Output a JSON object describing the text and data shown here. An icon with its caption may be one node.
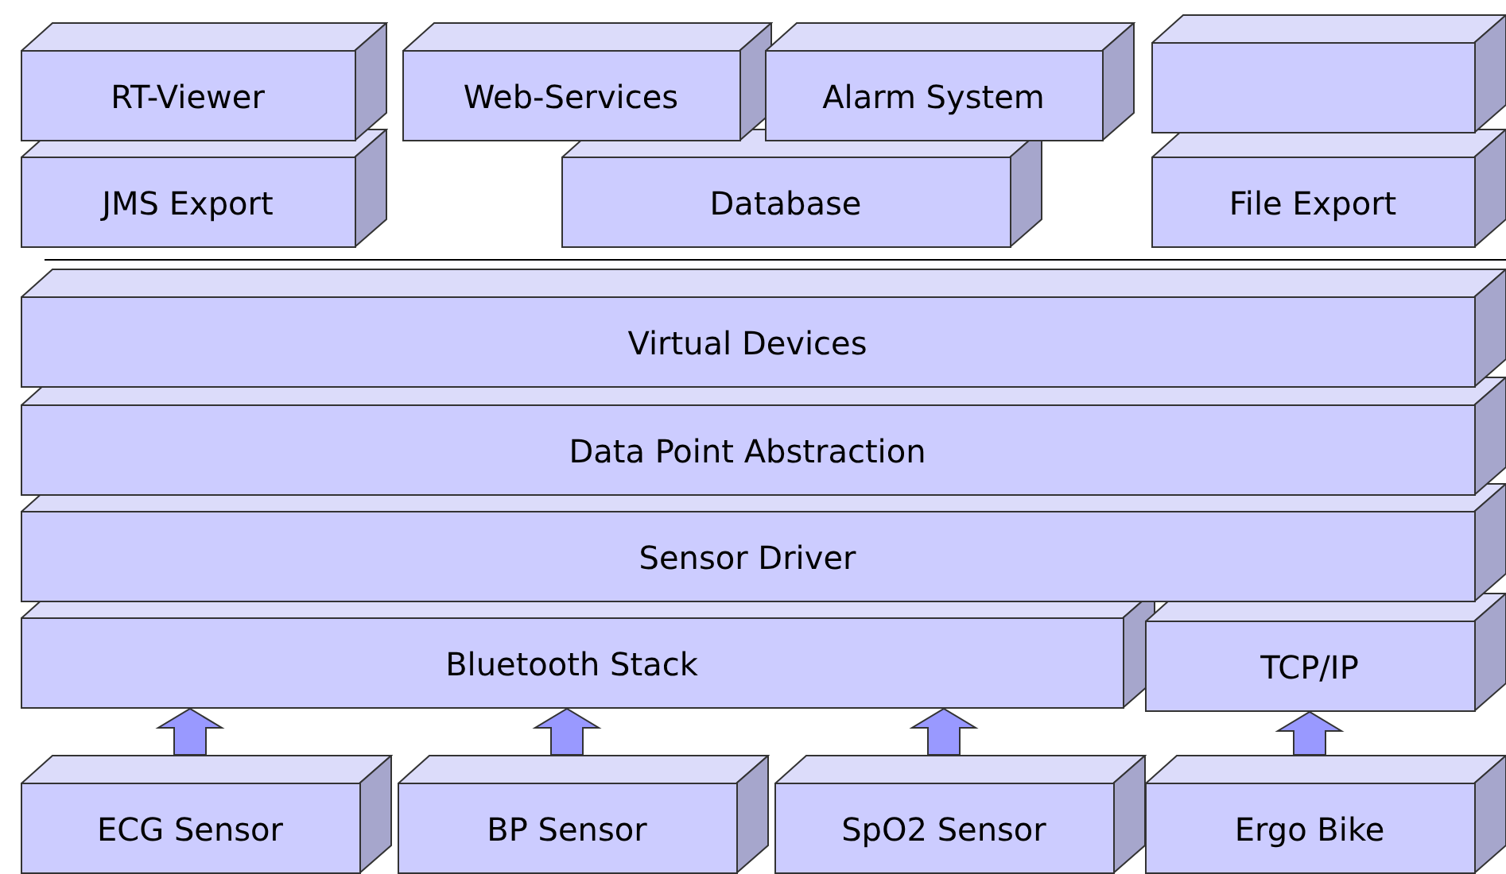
{
  "diagram": {
    "nodes": [
      {
        "text": [
          "RT-Viewer"
        ]
      },
      {
        "text": [
          "Web-Services"
        ]
      },
      {
        "text": [
          "Alarm System"
        ]
      },
      {
        "text": [],
        "shape": "box"
      },
      {
        "text": [
          "JMS Export"
        ]
      },
      {
        "text": [
          "Database"
        ]
      },
      {
        "text": [
          "File Export"
        ]
      },
      {
        "text": [
          "Virtual Devices"
        ]
      },
      {
        "text": [
          "Data Point Abstraction"
        ]
      },
      {
        "text": [
          "Sensor Driver"
        ]
      },
      {
        "text": [
          "Bluetooth Stack"
        ]
      },
      {
        "text": [
          "TCP/IP"
        ]
      },
      {
        "text": [
          "ECG Sensor"
        ]
      },
      {
        "text": [
          "BP Sensor"
        ]
      },
      {
        "text": [
          "SpO2 Sensor"
        ]
      },
      {
        "text": [
          "Ergo Bike"
        ]
      }
    ],
    "edges": [
      {
        "from": 12,
        "to": 10,
        "arrow": "to"
      },
      {
        "from": 13,
        "to": 10,
        "arrow": "to"
      },
      {
        "from": 14,
        "to": 10,
        "arrow": "to"
      },
      {
        "from": 15,
        "to": 11,
        "arrow": "to"
      }
    ]
  }
}
